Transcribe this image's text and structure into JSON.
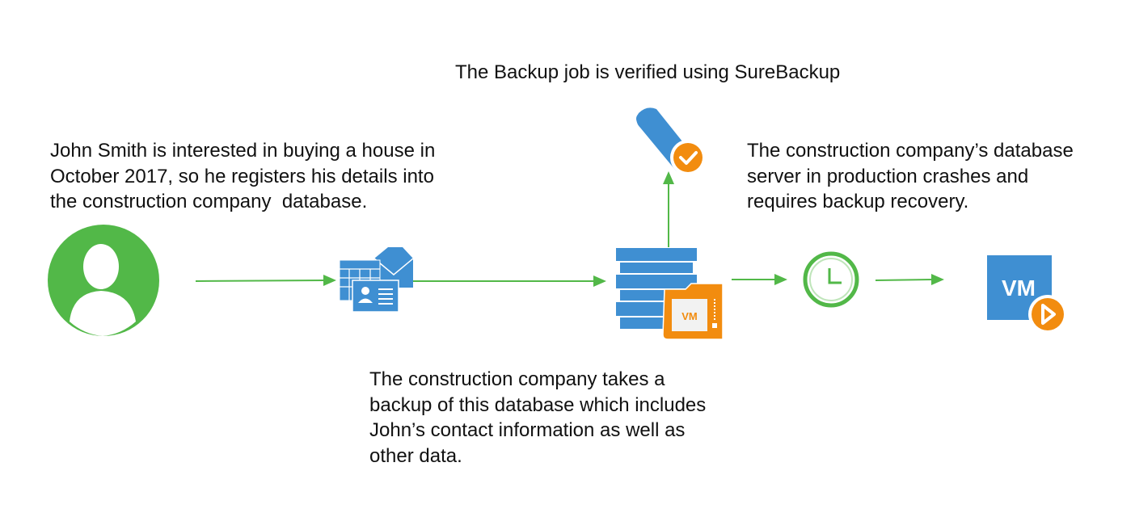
{
  "captions": {
    "verify": "The Backup job is verified using SureBackup",
    "register": [
      "John Smith is interested in buying a house in",
      "October 2017, so he registers his details into",
      "the construction company  database."
    ],
    "backup": [
      "The construction company takes a",
      "backup of this database which includes",
      "John’s contact information as well as",
      "other data."
    ],
    "crash": [
      "The construction company’s database",
      "server in production crashes and",
      "requires backup recovery."
    ]
  },
  "icons": {
    "vm_backup_label": "VM",
    "vm_restore_label": "VM"
  },
  "colors": {
    "green": "#52b848",
    "blue": "#3f8fd2",
    "orange": "#f28c0f"
  }
}
